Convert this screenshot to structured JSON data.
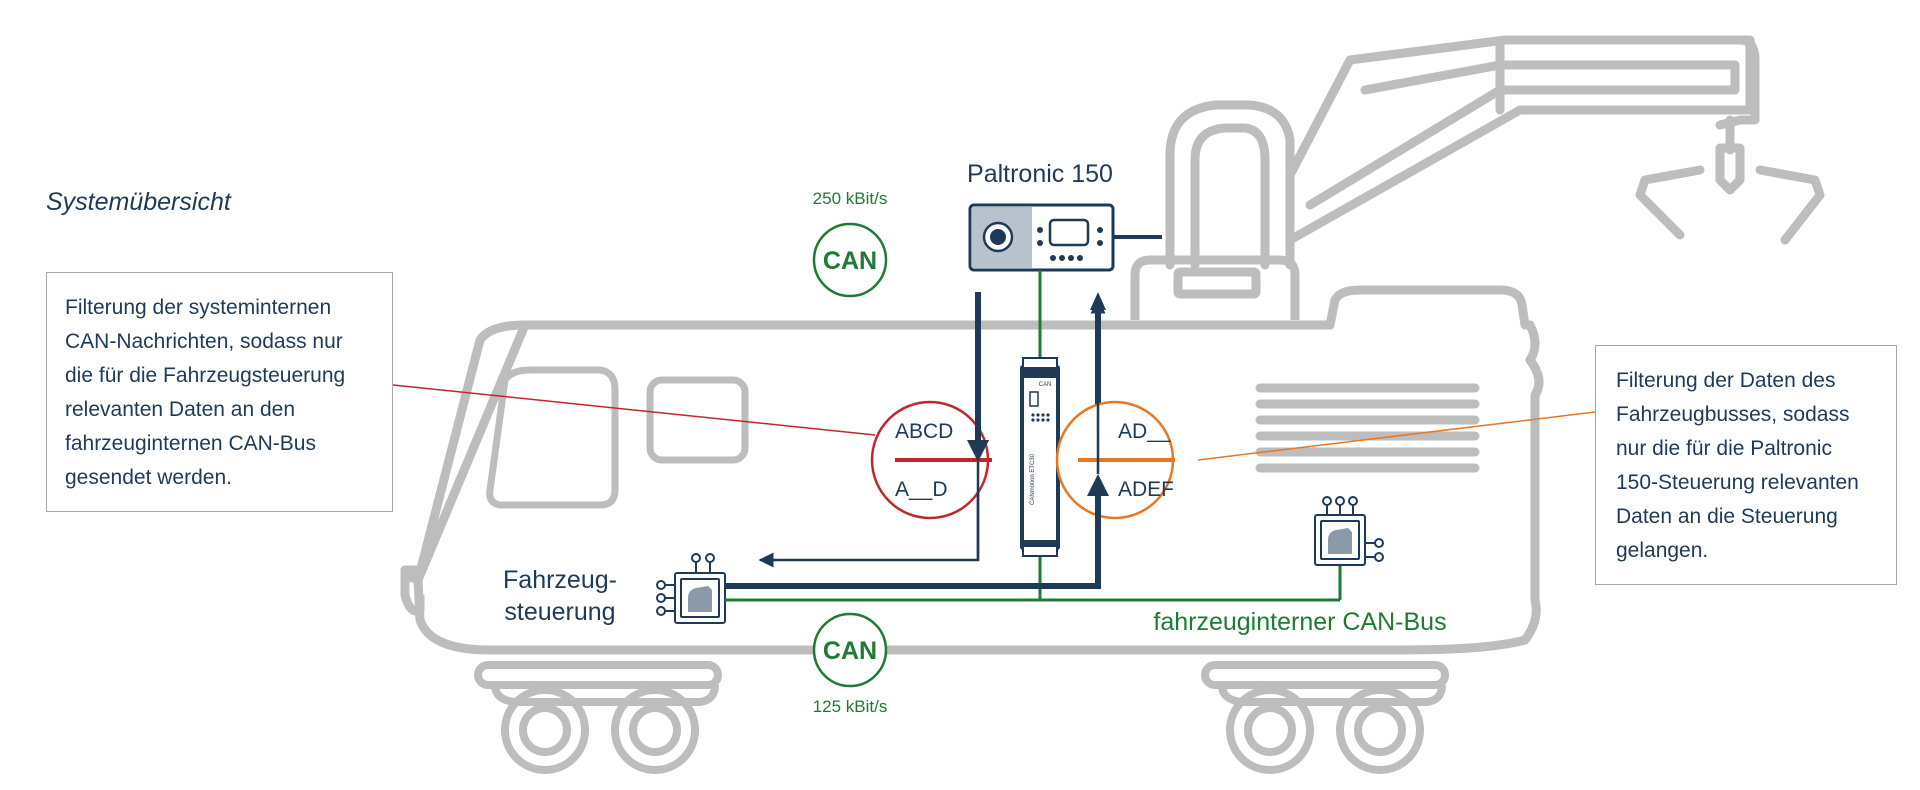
{
  "title": "Systemübersicht",
  "device": {
    "name": "Paltronic 150"
  },
  "module": {
    "brand": "CAN",
    "vertical_label": "CANmotion ETC30"
  },
  "can_top": {
    "logo": "CAN",
    "speed": "250 kBit/s"
  },
  "can_bottom": {
    "logo": "CAN",
    "speed": "125 kBit/s"
  },
  "filter_left": {
    "top": "ABCD",
    "bottom": "A__D",
    "color": "#c0272d"
  },
  "filter_right": {
    "top": "AD__",
    "bottom": "ADEF",
    "color": "#e87722"
  },
  "vehicle_control": {
    "line1": "Fahrzeug-",
    "line2": "steuerung"
  },
  "bus": {
    "label": "fahrzeuginterner CAN-Bus",
    "color": "#1f7a35"
  },
  "callout_left": {
    "lines": [
      "Filterung der systeminternen",
      "CAN-Nachrichten, sodass nur",
      "die für die Fahrzeugsteuerung",
      "relevanten Daten an den",
      "fahrzeuginternen CAN-Bus",
      "gesendet werden."
    ]
  },
  "callout_right": {
    "lines": [
      "Filterung der Daten des",
      "Fahrzeugbusses, sodass",
      "nur die für die Paltronic",
      "150-Steuerung relevanten",
      "Daten an die Steuerung",
      "gelangen."
    ]
  },
  "colors": {
    "navy": "#1f3a57",
    "green": "#1f7a35",
    "gray": "#bdbdbd",
    "red": "#c0272d",
    "orange": "#e87722"
  }
}
